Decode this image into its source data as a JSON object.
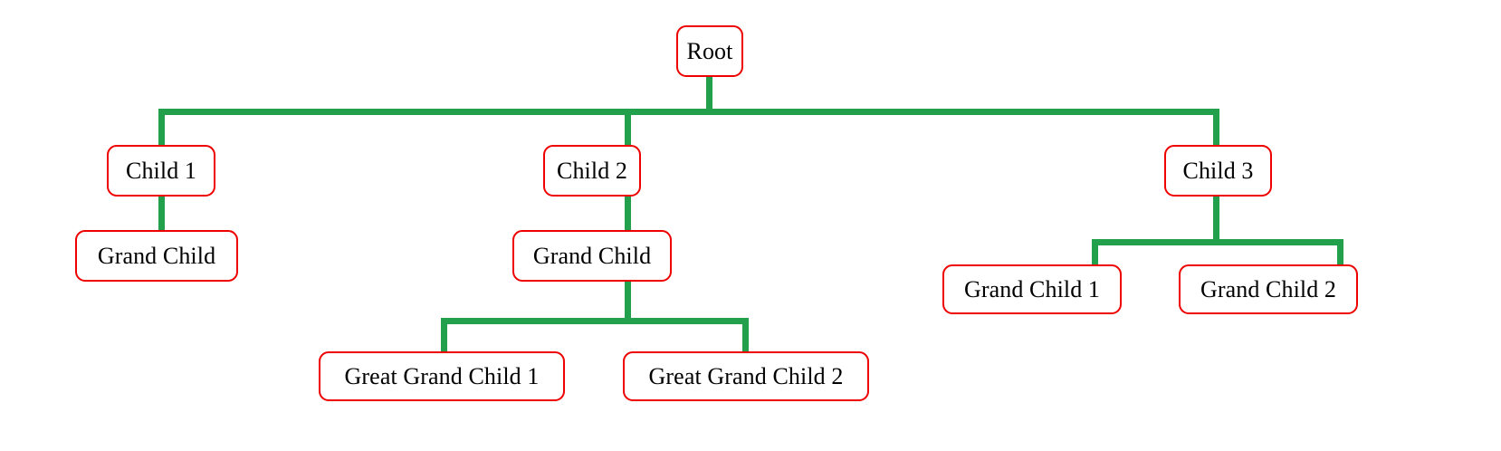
{
  "diagram": {
    "type": "tree",
    "title": "",
    "background_color": "#ffffff",
    "node_border_color": "#ee0000",
    "node_fill_color": "#ffffff",
    "edge_color": "#22a04c",
    "text_color": "#000000"
  },
  "nodes": {
    "root": {
      "label": "Root"
    },
    "child1": {
      "label": "Child 1"
    },
    "child2": {
      "label": "Child 2"
    },
    "child3": {
      "label": "Child 3"
    },
    "grand_child_of_child1": {
      "label": "Grand Child"
    },
    "grand_child_of_child2": {
      "label": "Grand Child"
    },
    "grand_child_1_of_child3": {
      "label": "Grand Child 1"
    },
    "grand_child_2_of_child3": {
      "label": "Grand Child 2"
    },
    "great_grand_child_1": {
      "label": "Great Grand Child 1"
    },
    "great_grand_child_2": {
      "label": "Great Grand Child 2"
    }
  },
  "edges": [
    {
      "from": "root",
      "to": "child1"
    },
    {
      "from": "root",
      "to": "child2"
    },
    {
      "from": "root",
      "to": "child3"
    },
    {
      "from": "child1",
      "to": "grand_child_of_child1"
    },
    {
      "from": "child2",
      "to": "grand_child_of_child2"
    },
    {
      "from": "child3",
      "to": "grand_child_1_of_child3"
    },
    {
      "from": "child3",
      "to": "grand_child_2_of_child3"
    },
    {
      "from": "grand_child_of_child2",
      "to": "great_grand_child_1"
    },
    {
      "from": "grand_child_of_child2",
      "to": "great_grand_child_2"
    }
  ]
}
